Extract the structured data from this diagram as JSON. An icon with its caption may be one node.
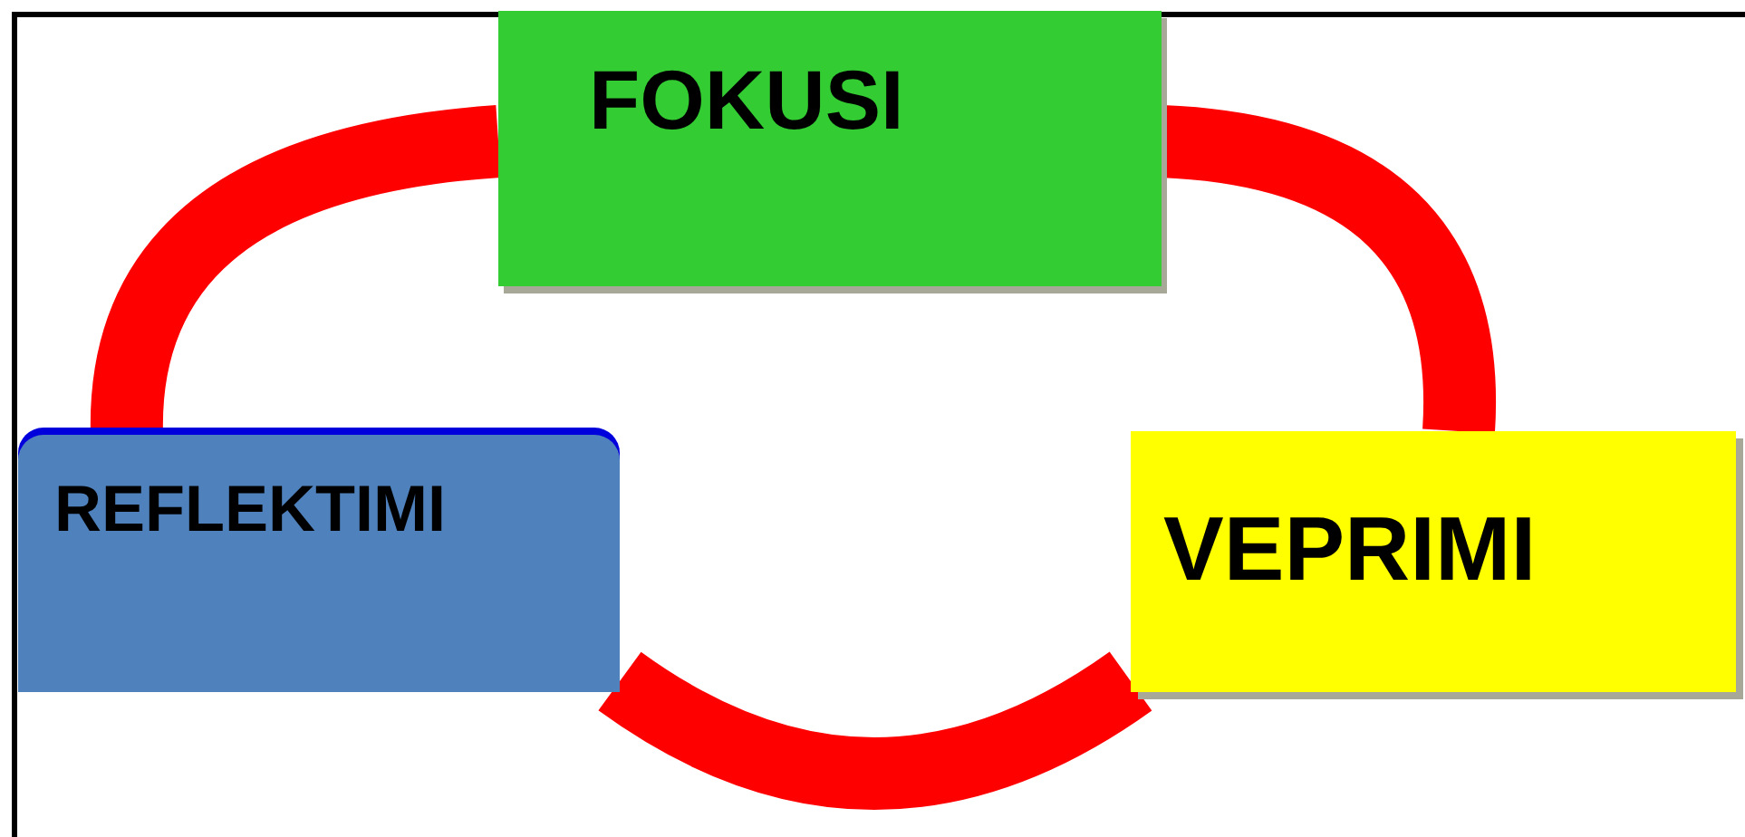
{
  "diagram": {
    "nodes": [
      {
        "text": [
          "FOKUSI"
        ]
      },
      {
        "text": [
          "VEPRIMI"
        ]
      },
      {
        "text": [
          "REFLEKTIMI"
        ]
      }
    ],
    "edges": [
      {
        "from": 0,
        "to": 1,
        "arrow": "none"
      },
      {
        "from": 1,
        "to": 2,
        "arrow": "none"
      },
      {
        "from": 2,
        "to": 0,
        "arrow": "none"
      }
    ]
  }
}
